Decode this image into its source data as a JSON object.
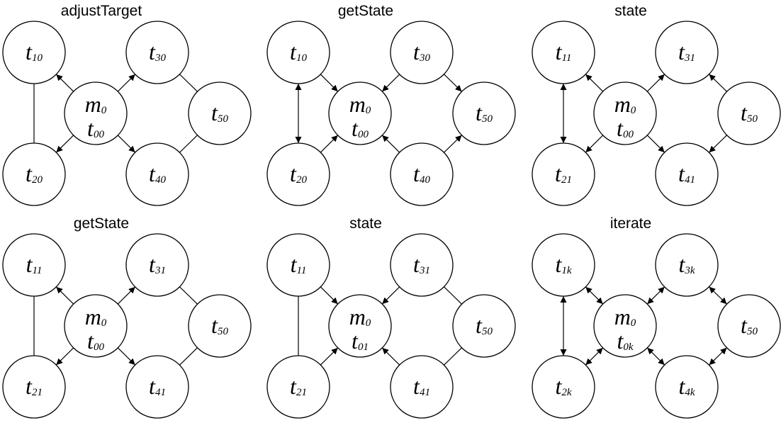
{
  "colors": {
    "stroke": "#000000",
    "background": "#ffffff"
  },
  "panels": [
    {
      "title": "adjustTarget",
      "nodes": {
        "t1": {
          "main": "t",
          "sub": "10"
        },
        "t3": {
          "main": "t",
          "sub": "30"
        },
        "t2": {
          "main": "t",
          "sub": "20"
        },
        "t4": {
          "main": "t",
          "sub": "40"
        },
        "t5": {
          "main": "t",
          "sub": "50"
        },
        "m": {
          "main": "m",
          "sub": "0",
          "main2": "t",
          "sub2": "00"
        }
      },
      "edges": [
        {
          "from": "m",
          "to": "t1",
          "arrow": "end"
        },
        {
          "from": "m",
          "to": "t3",
          "arrow": "end"
        },
        {
          "from": "m",
          "to": "t2",
          "arrow": "end"
        },
        {
          "from": "m",
          "to": "t4",
          "arrow": "end"
        },
        {
          "from": "t1",
          "to": "t2",
          "arrow": "none"
        },
        {
          "from": "t3",
          "to": "t5",
          "arrow": "none"
        },
        {
          "from": "t4",
          "to": "t5",
          "arrow": "none"
        }
      ]
    },
    {
      "title": "getState",
      "nodes": {
        "t1": {
          "main": "t",
          "sub": "10"
        },
        "t3": {
          "main": "t",
          "sub": "30"
        },
        "t2": {
          "main": "t",
          "sub": "20"
        },
        "t4": {
          "main": "t",
          "sub": "40"
        },
        "t5": {
          "main": "t",
          "sub": "50"
        },
        "m": {
          "main": "m",
          "sub": "0",
          "main2": "t",
          "sub2": "00"
        }
      },
      "edges": [
        {
          "from": "t1",
          "to": "m",
          "arrow": "end"
        },
        {
          "from": "t3",
          "to": "m",
          "arrow": "end"
        },
        {
          "from": "t2",
          "to": "m",
          "arrow": "end"
        },
        {
          "from": "t4",
          "to": "m",
          "arrow": "end"
        },
        {
          "from": "t1",
          "to": "t2",
          "arrow": "both"
        },
        {
          "from": "t3",
          "to": "t5",
          "arrow": "end"
        },
        {
          "from": "t4",
          "to": "t5",
          "arrow": "end"
        }
      ]
    },
    {
      "title": "state",
      "nodes": {
        "t1": {
          "main": "t",
          "sub": "11"
        },
        "t3": {
          "main": "t",
          "sub": "31"
        },
        "t2": {
          "main": "t",
          "sub": "21"
        },
        "t4": {
          "main": "t",
          "sub": "41"
        },
        "t5": {
          "main": "t",
          "sub": "50"
        },
        "m": {
          "main": "m",
          "sub": "0",
          "main2": "t",
          "sub2": "00"
        }
      },
      "edges": [
        {
          "from": "m",
          "to": "t1",
          "arrow": "end"
        },
        {
          "from": "m",
          "to": "t3",
          "arrow": "end"
        },
        {
          "from": "m",
          "to": "t2",
          "arrow": "end"
        },
        {
          "from": "m",
          "to": "t4",
          "arrow": "end"
        },
        {
          "from": "t1",
          "to": "t2",
          "arrow": "both"
        },
        {
          "from": "t5",
          "to": "t3",
          "arrow": "end"
        },
        {
          "from": "t5",
          "to": "t4",
          "arrow": "end"
        }
      ]
    },
    {
      "title": "getState",
      "nodes": {
        "t1": {
          "main": "t",
          "sub": "11"
        },
        "t3": {
          "main": "t",
          "sub": "31"
        },
        "t2": {
          "main": "t",
          "sub": "21"
        },
        "t4": {
          "main": "t",
          "sub": "41"
        },
        "t5": {
          "main": "t",
          "sub": "50"
        },
        "m": {
          "main": "m",
          "sub": "0",
          "main2": "t",
          "sub2": "00"
        }
      },
      "edges": [
        {
          "from": "m",
          "to": "t1",
          "arrow": "end"
        },
        {
          "from": "m",
          "to": "t3",
          "arrow": "end"
        },
        {
          "from": "m",
          "to": "t2",
          "arrow": "end"
        },
        {
          "from": "m",
          "to": "t4",
          "arrow": "end"
        },
        {
          "from": "t1",
          "to": "t2",
          "arrow": "none"
        },
        {
          "from": "t3",
          "to": "t5",
          "arrow": "none"
        },
        {
          "from": "t4",
          "to": "t5",
          "arrow": "none"
        }
      ]
    },
    {
      "title": "state",
      "nodes": {
        "t1": {
          "main": "t",
          "sub": "11"
        },
        "t3": {
          "main": "t",
          "sub": "31"
        },
        "t2": {
          "main": "t",
          "sub": "21"
        },
        "t4": {
          "main": "t",
          "sub": "41"
        },
        "t5": {
          "main": "t",
          "sub": "50"
        },
        "m": {
          "main": "m",
          "sub": "0",
          "main2": "t",
          "sub2": "01"
        }
      },
      "edges": [
        {
          "from": "t1",
          "to": "m",
          "arrow": "end"
        },
        {
          "from": "t3",
          "to": "m",
          "arrow": "end"
        },
        {
          "from": "t2",
          "to": "m",
          "arrow": "end"
        },
        {
          "from": "t4",
          "to": "m",
          "arrow": "end"
        },
        {
          "from": "t1",
          "to": "t2",
          "arrow": "none"
        },
        {
          "from": "t3",
          "to": "t5",
          "arrow": "none"
        },
        {
          "from": "t4",
          "to": "t5",
          "arrow": "none"
        }
      ]
    },
    {
      "title": "iterate",
      "nodes": {
        "t1": {
          "main": "t",
          "sub": "1k"
        },
        "t3": {
          "main": "t",
          "sub": "3k"
        },
        "t2": {
          "main": "t",
          "sub": "2k"
        },
        "t4": {
          "main": "t",
          "sub": "4k"
        },
        "t5": {
          "main": "t",
          "sub": "50"
        },
        "m": {
          "main": "m",
          "sub": "0",
          "main2": "t",
          "sub2": "0k"
        }
      },
      "edges": [
        {
          "from": "m",
          "to": "t1",
          "arrow": "both"
        },
        {
          "from": "m",
          "to": "t3",
          "arrow": "both"
        },
        {
          "from": "m",
          "to": "t2",
          "arrow": "both"
        },
        {
          "from": "m",
          "to": "t4",
          "arrow": "both"
        },
        {
          "from": "t1",
          "to": "t2",
          "arrow": "both"
        },
        {
          "from": "t3",
          "to": "t5",
          "arrow": "both"
        },
        {
          "from": "t4",
          "to": "t5",
          "arrow": "both"
        }
      ]
    }
  ]
}
